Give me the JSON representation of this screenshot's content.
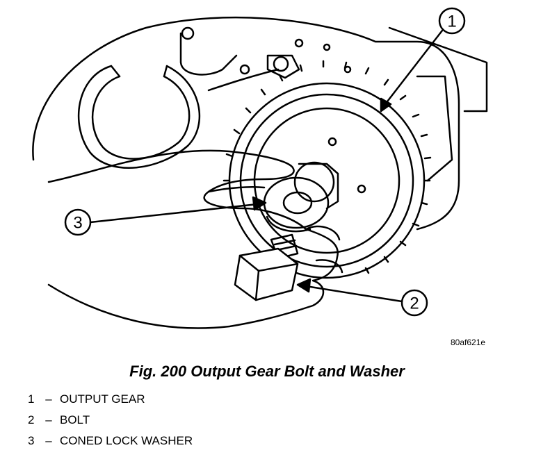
{
  "figure": {
    "code": "80af621e",
    "callouts": [
      "1",
      "2",
      "3"
    ]
  },
  "caption": "Fig. 200 Output Gear Bolt and Washer",
  "legend": [
    {
      "number": "1",
      "separator": "–",
      "label": "OUTPUT GEAR"
    },
    {
      "number": "2",
      "separator": "–",
      "label": "BOLT"
    },
    {
      "number": "3",
      "separator": "–",
      "label": "CONED LOCK WASHER"
    }
  ]
}
